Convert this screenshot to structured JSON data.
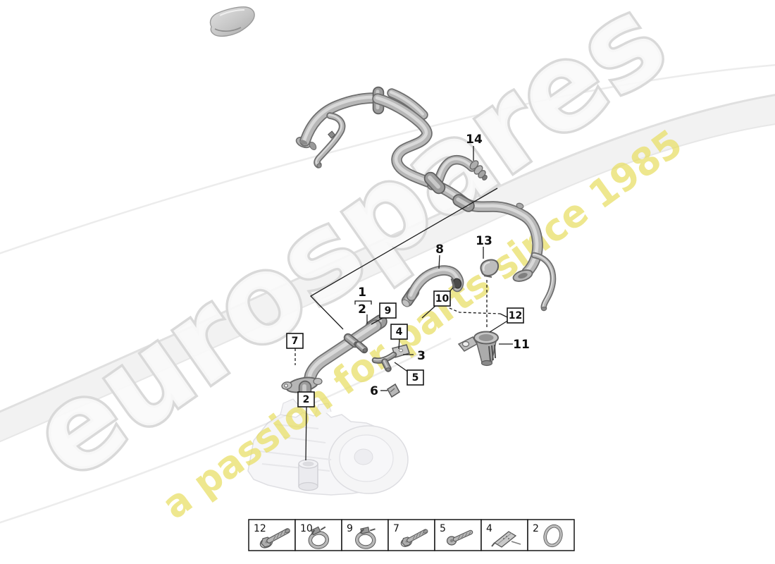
{
  "watermark": {
    "brand": "eurospares",
    "tagline": "a passion for parts since 1985",
    "brand_color": "#d9d9d9",
    "tagline_color": "#e7de62"
  },
  "callouts": {
    "plain": {
      "c1": "1",
      "c2_under_bracket": "2",
      "c3": "3",
      "c6": "6",
      "c8": "8",
      "c11": "11",
      "c13": "13",
      "c14": "14"
    },
    "boxed": {
      "b2": "2",
      "b4": "4",
      "b5": "5",
      "b7": "7",
      "b9": "9",
      "b10": "10",
      "b12": "12"
    }
  },
  "legend": {
    "cells": [
      {
        "num": "12",
        "icon": "flange-bolt-icon"
      },
      {
        "num": "10",
        "icon": "hose-clamp-icon"
      },
      {
        "num": "9",
        "icon": "hose-clamp-icon"
      },
      {
        "num": "7",
        "icon": "flange-bolt-icon"
      },
      {
        "num": "5",
        "icon": "screw-icon"
      },
      {
        "num": "4",
        "icon": "retaining-clip-icon"
      },
      {
        "num": "2",
        "icon": "o-ring-icon"
      }
    ]
  },
  "colors": {
    "leader_line": "#1c1c1c",
    "pipe_body": "#b7b7b7",
    "pipe_outline": "#6e6e6e",
    "background": "#ffffff"
  }
}
